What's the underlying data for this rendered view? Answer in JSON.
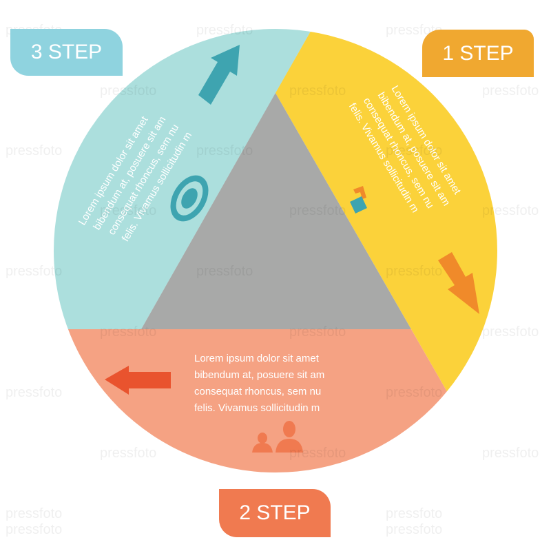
{
  "steps": [
    {
      "label": "1 STEP",
      "color": "#f0a830",
      "segment_color": "#fbd23a",
      "text": [
        "Lorem ipsum dolor sit amet",
        "bibendum at, posuere sit am",
        "consequat rhoncus, sem nu",
        "felis. Vivamus sollicitudin m"
      ]
    },
    {
      "label": "2 STEP",
      "color": "#f07a50",
      "segment_color": "#f5a283",
      "text": [
        "Lorem ipsum dolor sit amet",
        "bibendum at, posuere sit am",
        "consequat rhoncus, sem nu",
        "felis. Vivamus sollicitudin m"
      ]
    },
    {
      "label": "3 STEP",
      "color": "#8fd3df",
      "segment_color": "#acdfdd",
      "text": [
        "Lorem ipsum dolor sit amet",
        "bibendum at, posuere sit am",
        "consequat rhoncus, sem nu",
        "felis. Vivamus sollicitudin m"
      ]
    }
  ],
  "center_color": "#a8a9a8",
  "icons": {
    "step1": [
      "squares-icon",
      "arrow-down-right-icon"
    ],
    "step2": [
      "arrow-left-icon",
      "people-icon"
    ],
    "step3": [
      "arrow-up-right-icon",
      "eye-icon"
    ]
  },
  "watermark": "pressfoto"
}
